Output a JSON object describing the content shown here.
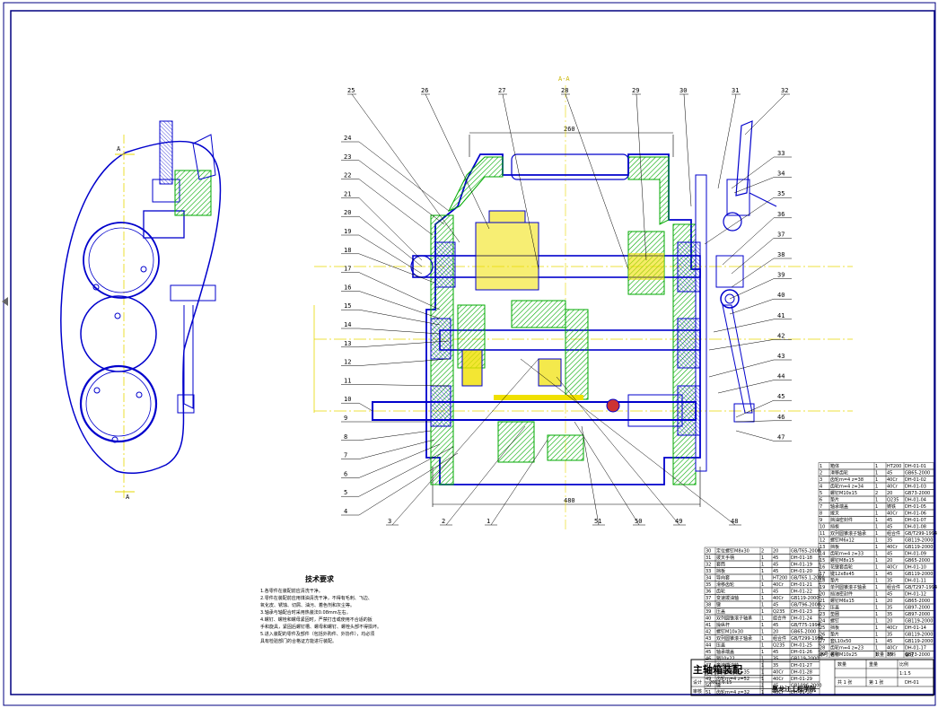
{
  "viewer": {
    "prev_page_icon": "triangle-left-icon"
  },
  "colors": {
    "frame": "#000080",
    "outline": "#0000cc",
    "shaft_green": "#2e9b2e",
    "gear_yellow": "#f0e000",
    "centerline": "#e6d800",
    "hatch_green": "#00aa00",
    "accent_red": "#cc3333"
  },
  "drawing": {
    "top_callouts": [
      "25",
      "26",
      "27",
      "28",
      "29",
      "30",
      "31",
      "32"
    ],
    "left_callouts": [
      "24",
      "23",
      "22",
      "21",
      "20",
      "19",
      "18",
      "17",
      "16",
      "15",
      "14",
      "13",
      "12",
      "11",
      "10",
      "9",
      "8",
      "7",
      "6",
      "5",
      "4"
    ],
    "bottom_callouts": [
      "3",
      "2",
      "1",
      "51",
      "50",
      "49",
      "48"
    ],
    "right_callouts": [
      "33",
      "34",
      "35",
      "36",
      "37",
      "38",
      "39",
      "40",
      "41",
      "42",
      "43",
      "44",
      "45",
      "46",
      "47"
    ],
    "dimension_top": "260",
    "dimension_bottom": "480",
    "section_marker_top": "A-A",
    "section_marker_bottom": "A"
  },
  "notes": {
    "title": "技术要求",
    "lines": [
      "1.各零件在装配前应清洗干净。",
      "2.零件在装配前应用煤油清洗干净，不得有毛刺、飞边、",
      "   氧化皮、锈蚀、切屑、油污、着色剂和灰尘等。",
      "3.轴承与轴配合时采用热装法0.08mm左右。",
      "4.螺钉、螺栓和螺母紧固时，严禁打击或使用不合适的扳",
      "   手和旋具，紧固后螺钉槽、螺母和螺钉、螺栓头部不得损坏。",
      "5.进入装配的零件及部件（包括外购件、外协件），均必须",
      "   具有检验部门的合格证方能进行装配。"
    ]
  },
  "bom_right": [
    [
      "29",
      "螺钉M10x25",
      "1",
      "35",
      "GB73-2000"
    ],
    [
      "28",
      "齿轮m=4 z=23",
      "1",
      "40Cr",
      "DH-01-17"
    ],
    [
      "27",
      "套L10x50",
      "1",
      "45",
      "GB119-2000"
    ],
    [
      "26",
      "垫片",
      "1",
      "35",
      "GB119-2000"
    ],
    [
      "25",
      "挡板",
      "1",
      "40Cr",
      "DH-01-14"
    ],
    [
      "24",
      "螺钉",
      "1",
      "20",
      "GB119-2000"
    ],
    [
      "23",
      "垫圈",
      "1",
      "35",
      "GB97-2000"
    ],
    [
      "22",
      "压盖",
      "1",
      "35",
      "GB97-2000"
    ],
    [
      "21",
      "螺钉M6x15",
      "1",
      "20",
      "GB65-2000"
    ],
    [
      "20",
      "挡油密封件",
      "1",
      "45",
      "DH-01-12"
    ],
    [
      "19",
      "单列圆锥滚子轴承",
      "1",
      "组合件",
      "GB/T297-1994"
    ],
    [
      "18",
      "垫片",
      "1",
      "35",
      "DH-01-11"
    ],
    [
      "17",
      "键12x8x45",
      "1",
      "45",
      "GB119-2000"
    ],
    [
      "16",
      "花键套齿轮",
      "1",
      "40Cr",
      "DH-01-10"
    ],
    [
      "15",
      "螺钉M8x15",
      "1",
      "20",
      "GB65-2000"
    ],
    [
      "14",
      "齿轮m=4 z=33",
      "1",
      "45",
      "DH-01-09"
    ],
    [
      "13",
      "挡板",
      "1",
      "40Cr",
      "GB119-2000"
    ],
    [
      "12",
      "螺钉M6x12",
      "1",
      "35",
      "GB119-2000"
    ],
    [
      "11",
      "双列圆锥滚子轴承",
      "1",
      "组合件",
      "GB/T299-1994"
    ],
    [
      "10",
      "挡板",
      "1",
      "45",
      "DH-01-08"
    ],
    [
      "9",
      "挡油密封件",
      "1",
      "45",
      "DH-01-07"
    ],
    [
      "8",
      "拨叉",
      "1",
      "40Cr",
      "DH-01-06"
    ],
    [
      "7",
      "轴承端盖",
      "1",
      "铸铁",
      "DH-01-05"
    ],
    [
      "6",
      "垫片",
      "1",
      "Q235",
      "DH-01-04"
    ],
    [
      "5",
      "螺钉M10x15",
      "2",
      "20",
      "GB73-2000"
    ],
    [
      "4",
      "齿轮m=4 z=34",
      "1",
      "40Cr",
      "DH-01-03"
    ],
    [
      "3",
      "齿轮m=4 z=38",
      "1",
      "40Cr",
      "DH-01-02"
    ],
    [
      "2",
      "滑移齿轮",
      "1",
      "45",
      "GB65-2000"
    ],
    [
      "1",
      "箱体",
      "1",
      "HT200",
      "DH-01-01"
    ]
  ],
  "bom_left": [
    [
      "51",
      "齿轮m=4 z=32",
      "1",
      "40Cr",
      "DH-01-30"
    ],
    [
      "50",
      "键",
      "1",
      "45",
      "GB1096-2000"
    ],
    [
      "49",
      "齿轮m=4 z=52",
      "1",
      "40Cr",
      "DH-01-29"
    ],
    [
      "48",
      "齿轮m=4 z=35",
      "1",
      "40Cr",
      "DH-01-28"
    ],
    [
      "47",
      "变速拨油轴",
      "1",
      "35",
      "DH-01-27"
    ],
    [
      "46",
      "销10x22",
      "1",
      "35",
      "GB119-2000"
    ],
    [
      "45",
      "轴承端盖",
      "1",
      "45",
      "DH-01-26"
    ],
    [
      "44",
      "压盖",
      "1",
      "Q235",
      "DH-01-25"
    ],
    [
      "43",
      "双列圆锥滚子轴承",
      "1",
      "组合件",
      "GB/T299-1994"
    ],
    [
      "42",
      "螺钉M10x30",
      "1",
      "20",
      "GB65-2000"
    ],
    [
      "41",
      "操纵杆",
      "1",
      "45",
      "GB/T75-1994"
    ],
    [
      "40",
      "双列圆锥滚子轴承",
      "1",
      "组合件",
      "DH-01-24"
    ],
    [
      "39",
      "压盖",
      "1",
      "Q235",
      "DH-01-23"
    ],
    [
      "38",
      "键",
      "1",
      "45",
      "GB/T96-2000"
    ],
    [
      "37",
      "变速拨油轴",
      "1",
      "40Cr",
      "GB119-2000"
    ],
    [
      "36",
      "齿轮",
      "1",
      "45",
      "DH-01-22"
    ],
    [
      "35",
      "滑移齿轮",
      "1",
      "40Cr",
      "DH-01-21"
    ],
    [
      "34",
      "导向套",
      "1",
      "HT200",
      "GB/T65.1-2000"
    ],
    [
      "33",
      "挡板",
      "1",
      "45",
      "DH-01-20"
    ],
    [
      "32",
      "套筒",
      "1",
      "45",
      "DH-01-19"
    ],
    [
      "31",
      "拨叉手柄",
      "1",
      "45",
      "DH-01-18"
    ],
    [
      "30",
      "定位螺钉M8x30",
      "2",
      "20",
      "GB/T65-2000"
    ]
  ],
  "bom_header": [
    "序号",
    "名称",
    "数量",
    "材料",
    "备注"
  ],
  "title_block": {
    "title": "主轴箱装配",
    "school": "黑龙江工程学院",
    "scale_label": "比例",
    "scale_value": "1:1.5",
    "sheet_label": "共 1 张",
    "sheet_no": "第 1 张",
    "weight_label": "重量",
    "quantity_label": "数量",
    "designer_label": "设计",
    "checker_label": "审核",
    "date_value": "2013.6.15",
    "drawing_no": "DH-01"
  }
}
